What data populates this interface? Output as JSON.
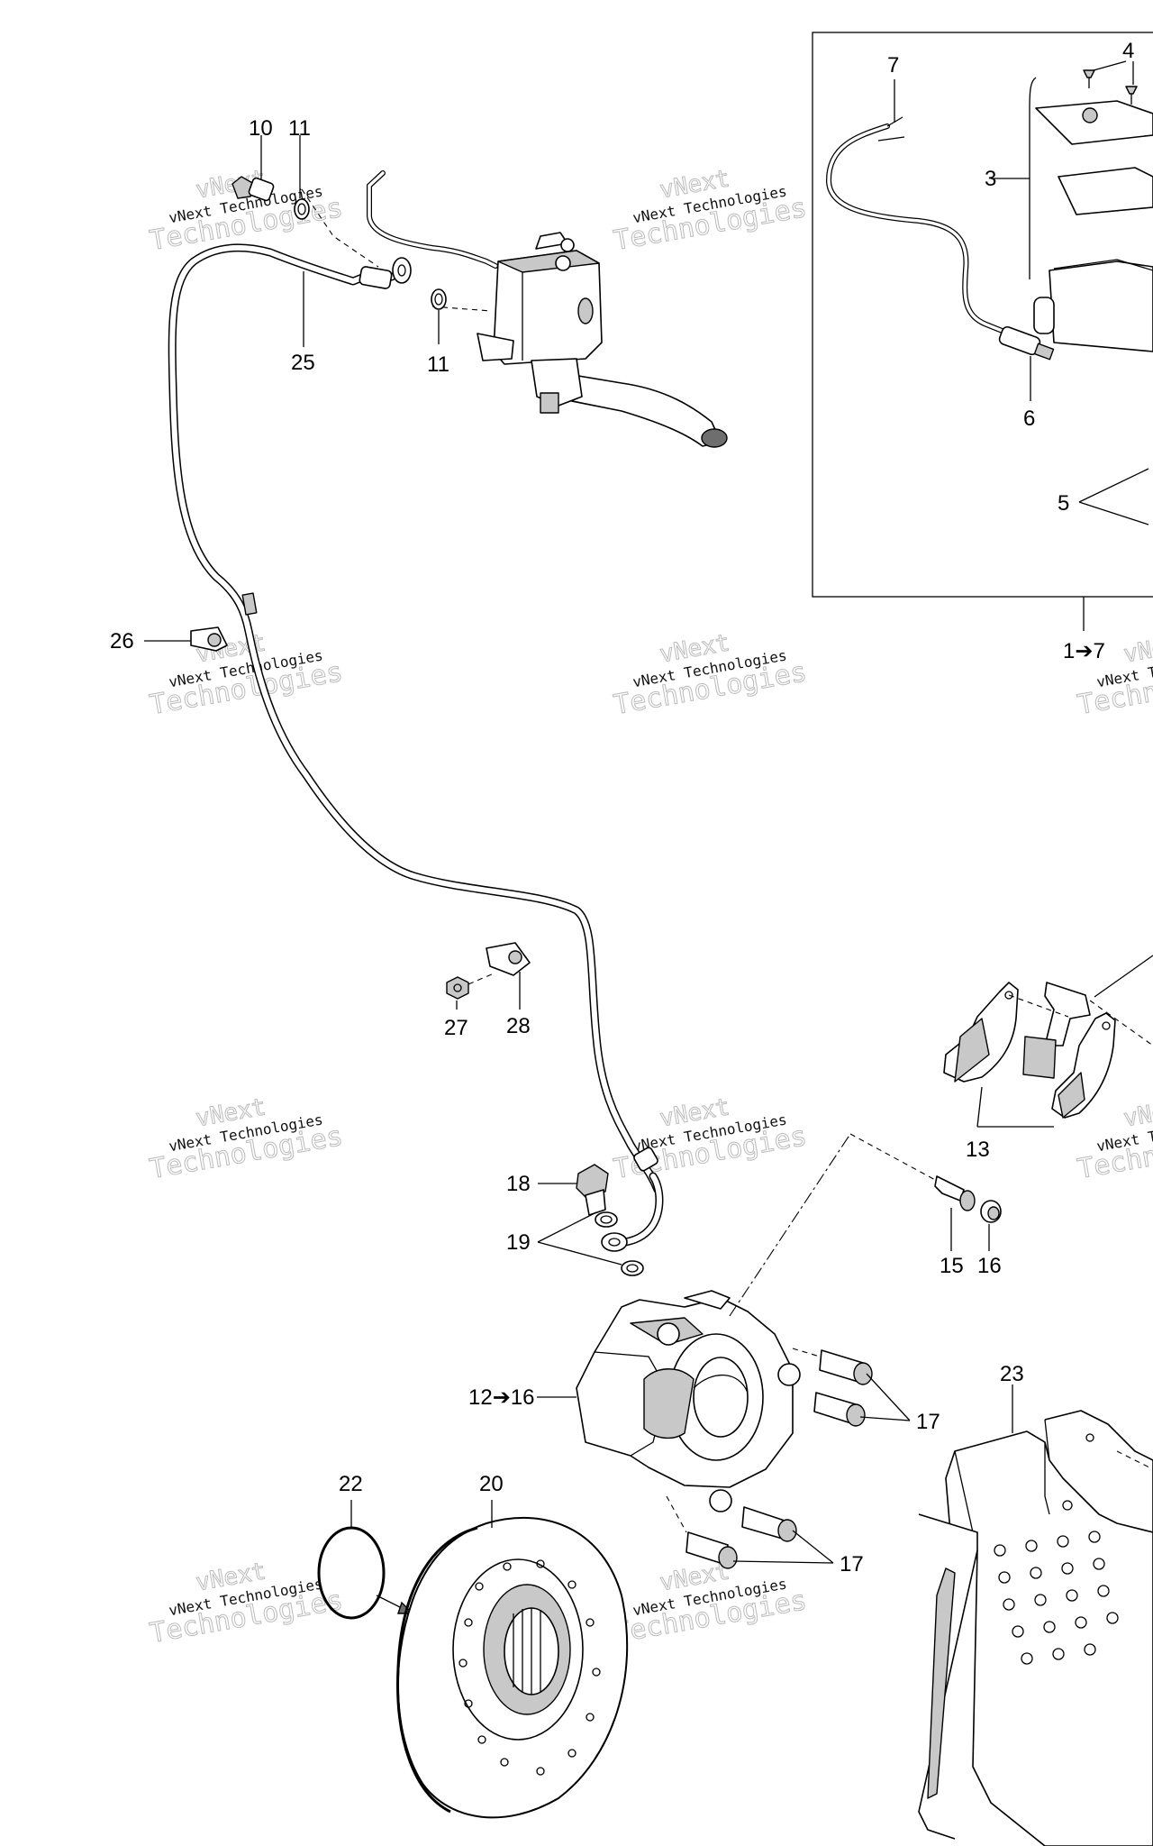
{
  "diagram": {
    "labels": {
      "p1_7": "1➔7",
      "p3": "3",
      "p4": "4",
      "p5": "5",
      "p6": "6",
      "p7": "7",
      "p10": "10",
      "p11a": "11",
      "p11b": "11",
      "p12_16": "12➔16",
      "p13": "13",
      "p15": "15",
      "p16": "16",
      "p17a": "17",
      "p17b": "17",
      "p18": "18",
      "p19": "19",
      "p20": "20",
      "p22": "22",
      "p23": "23",
      "p25": "25",
      "p26": "26",
      "p27": "27",
      "p28": "28"
    },
    "watermark": {
      "line0": "vNext",
      "line1": "vNext Technologies",
      "line2": "Technologies"
    }
  }
}
